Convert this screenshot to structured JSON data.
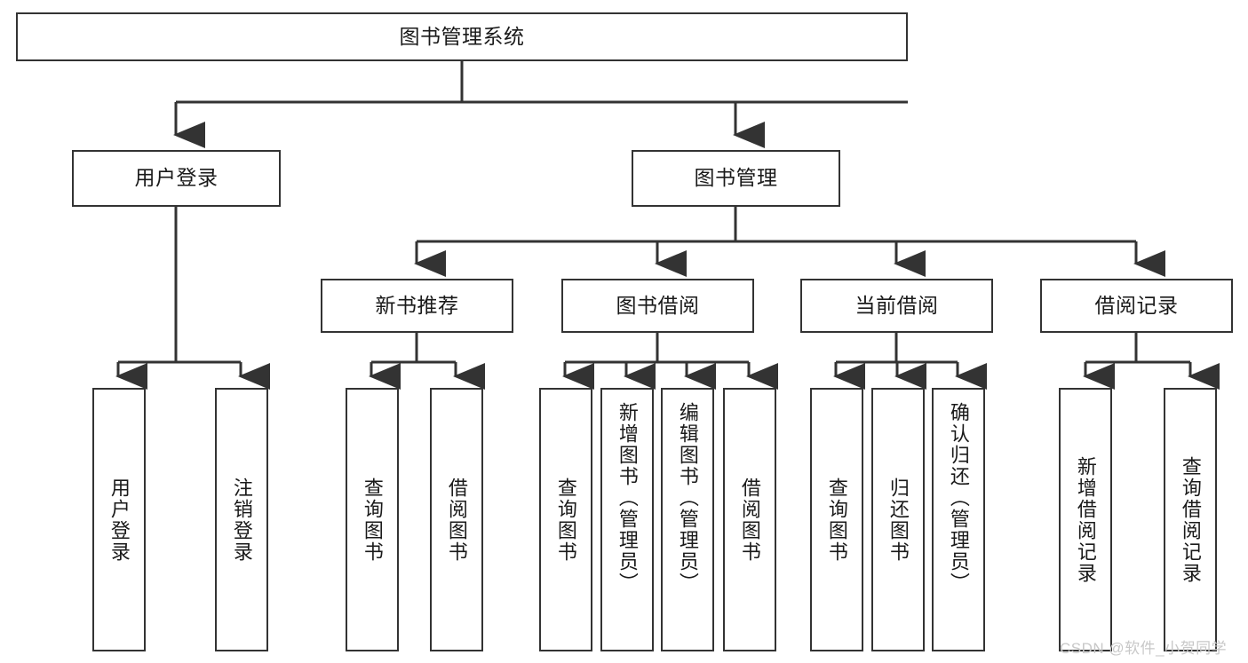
{
  "diagram": {
    "title": "图书管理系统",
    "type": "功能结构图",
    "accent_color": "#333333",
    "background_color": "#ffffff",
    "watermark": "CSDN @软件_小贺同学",
    "nodes": {
      "root": {
        "label": "图书管理系统"
      },
      "level2": [
        {
          "id": "user-login",
          "label": "用户登录"
        },
        {
          "id": "book-manage",
          "label": "图书管理"
        }
      ],
      "level3": [
        {
          "id": "new-book-recommend",
          "label": "新书推荐"
        },
        {
          "id": "book-borrow",
          "label": "图书借阅"
        },
        {
          "id": "current-borrow",
          "label": "当前借阅"
        },
        {
          "id": "borrow-record",
          "label": "借阅记录"
        }
      ],
      "leaves": [
        {
          "id": "leaf-user-login",
          "label": "用户登录",
          "parent": "user-login"
        },
        {
          "id": "leaf-logout",
          "label": "注销登录",
          "parent": "user-login"
        },
        {
          "id": "leaf-query-book-1",
          "label": "查询图书",
          "parent": "new-book-recommend"
        },
        {
          "id": "leaf-borrow-book-1",
          "label": "借阅图书",
          "parent": "new-book-recommend"
        },
        {
          "id": "leaf-query-book-2",
          "label": "查询图书",
          "parent": "book-borrow"
        },
        {
          "id": "leaf-add-book",
          "label": "新增图书（管理员）",
          "parent": "book-borrow"
        },
        {
          "id": "leaf-edit-book",
          "label": "编辑图书（管理员）",
          "parent": "book-borrow"
        },
        {
          "id": "leaf-borrow-book-2",
          "label": "借阅图书",
          "parent": "book-borrow"
        },
        {
          "id": "leaf-query-book-3",
          "label": "查询图书",
          "parent": "current-borrow"
        },
        {
          "id": "leaf-return-book",
          "label": "归还图书",
          "parent": "current-borrow"
        },
        {
          "id": "leaf-confirm-return",
          "label": "确认归还（管理员）",
          "parent": "current-borrow"
        },
        {
          "id": "leaf-add-record",
          "label": "新增借阅记录",
          "parent": "borrow-record"
        },
        {
          "id": "leaf-query-record",
          "label": "查询借阅记录",
          "parent": "borrow-record"
        }
      ]
    }
  }
}
